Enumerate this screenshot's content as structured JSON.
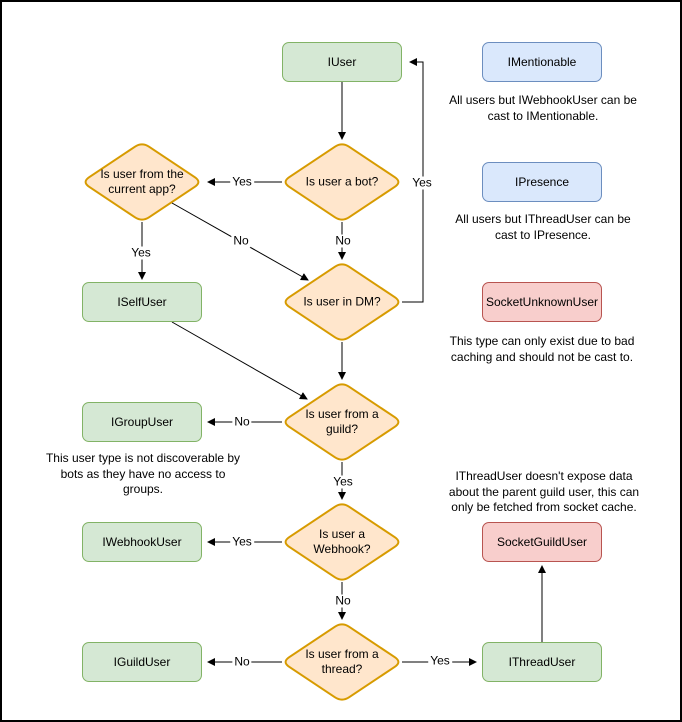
{
  "diagram": {
    "nodes": {
      "iuser": "IUser",
      "imentionable": "IMentionable",
      "ipresence": "IPresence",
      "socket_unknown_user": "SocketUnknownUser",
      "iselfuser": "ISelfUser",
      "igroupuser": "IGroupUser",
      "iwebhookuser": "IWebhookUser",
      "iguilduser": "IGuildUser",
      "socket_guild_user": "SocketGuildUser",
      "ithreaduser": "IThreadUser"
    },
    "decisions": {
      "is_bot": [
        "Is user a bot?"
      ],
      "from_current_app": [
        "Is user from the",
        "current app?"
      ],
      "in_dm": [
        "Is user in DM?"
      ],
      "from_guild": [
        "Is user from a",
        "guild?"
      ],
      "is_webhook": [
        "Is user a",
        "Webhook?"
      ],
      "from_thread": [
        "Is user from a",
        "thread?"
      ]
    },
    "edge_labels": {
      "bot_yes": "Yes",
      "bot_no": "No",
      "app_yes": "Yes",
      "app_no": "No",
      "dm_yes": "Yes",
      "guild_yes": "Yes",
      "guild_no": "No",
      "webhook_yes": "Yes",
      "webhook_no": "No",
      "thread_yes": "Yes",
      "thread_no": "No"
    },
    "notes": {
      "mentionable": [
        "All users but IWebhookUser can be",
        "cast to IMentionable."
      ],
      "presence": [
        "All users but IThreadUser can be",
        "cast to IPresence."
      ],
      "unknown_user": [
        "This type can only exist due to bad",
        "caching and should not be cast to."
      ],
      "group_user": [
        "This user type is not discoverable by",
        "bots as they have no access to",
        "groups."
      ],
      "thread_user": [
        "IThreadUser doesn't expose data",
        "about the parent guild user, this can",
        "only be fetched from socket cache."
      ]
    },
    "colors": {
      "interface_fill": "#d5e8d4",
      "interface_stroke": "#82b366",
      "castable_fill": "#dae8fc",
      "castable_stroke": "#6c8ebf",
      "socket_fill": "#f8cecc",
      "socket_stroke": "#b85450",
      "decision_fill": "#ffe6cc",
      "decision_stroke": "#d79b00",
      "edge": "#000000"
    }
  }
}
